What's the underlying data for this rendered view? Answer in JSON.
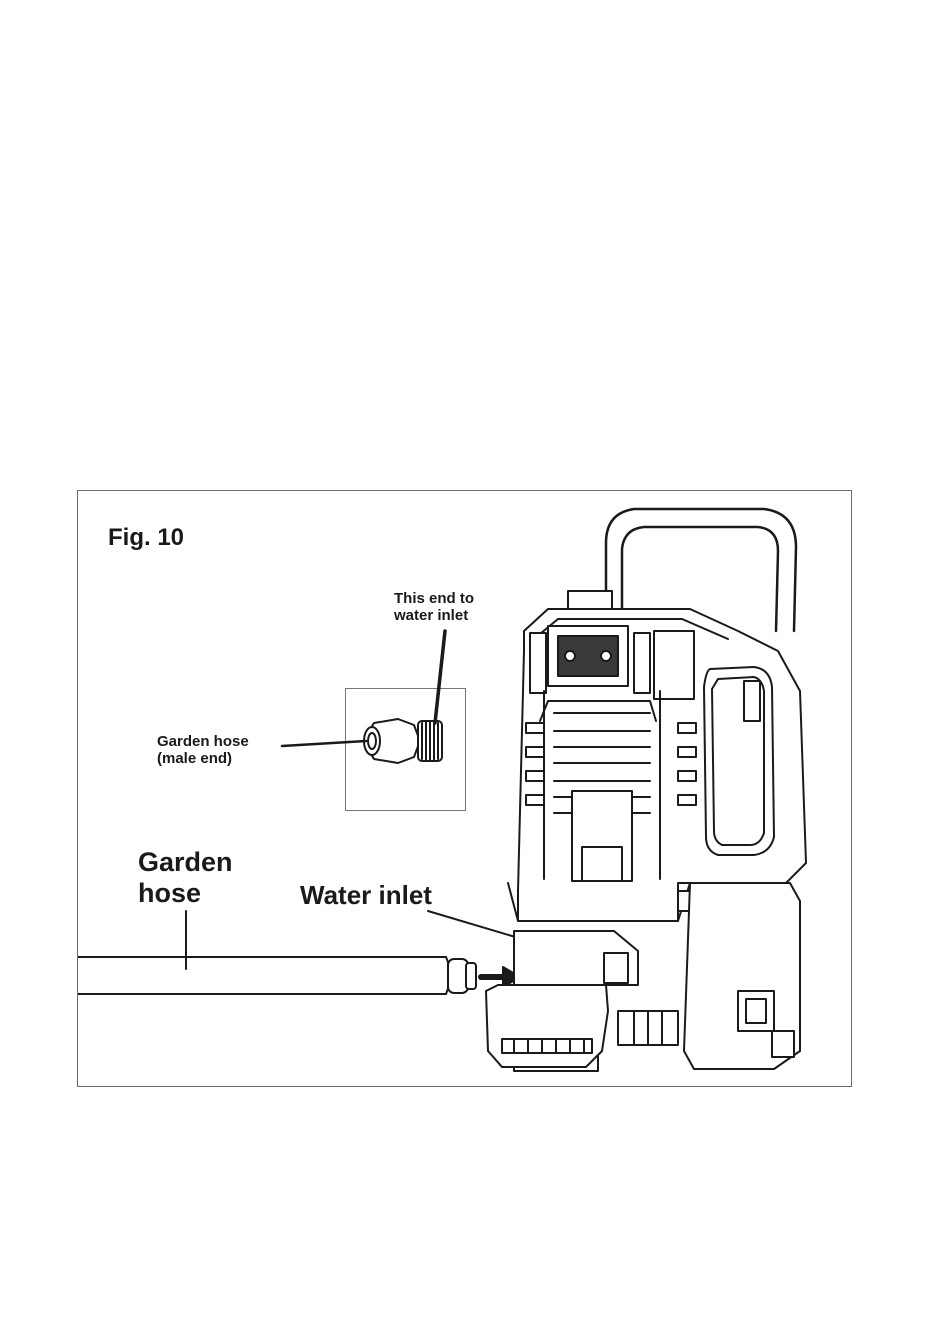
{
  "figure": {
    "title": "Fig. 10",
    "labels": {
      "this_end": "This end to\nwater inlet",
      "male_end": "Garden hose\n(male end)",
      "garden_hose": "Garden\nhose",
      "water_inlet": "Water inlet"
    },
    "colors": {
      "line": "#1a1a1a",
      "frame": "#6b6b6b",
      "fill_dark": "#3a3a3a",
      "fill_mid": "#d9d9d9"
    }
  }
}
